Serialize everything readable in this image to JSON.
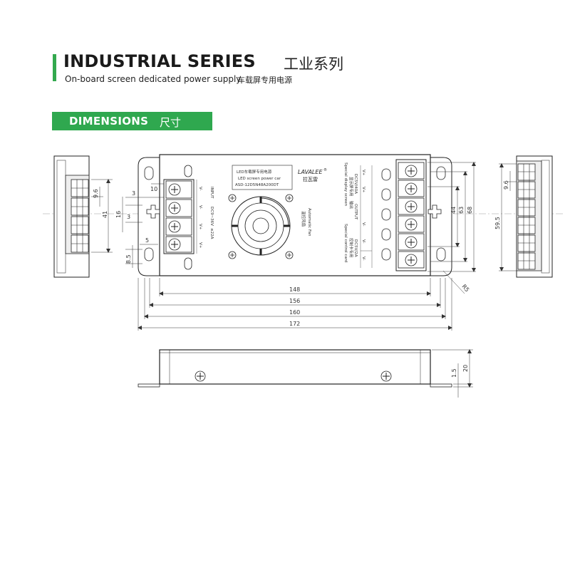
{
  "header": {
    "title": "INDUSTRIAL SERIES",
    "title_cn": "工业系列",
    "subtitle": "On-board screen dedicated power supply",
    "subtitle_cn": "车载屏专用电源"
  },
  "section": {
    "title": "DIMENSIONS",
    "title_cn": "尺寸"
  },
  "product_label": {
    "line1": "LED车载屏专用电源",
    "line2": "LED screen power car",
    "line3": "ASD-12D5N48A200DT",
    "brand": "LAVALEE",
    "brand_mark": "®",
    "brand_cn": "拉瓦雷"
  },
  "terminal_labels": {
    "input": "INPUT",
    "input_range": "DC9~36V",
    "input_current": "≤22A",
    "in_v_minus_1": "V-",
    "in_v_minus_2": "V-",
    "in_v_plus_1": "V+",
    "in_v_plus_2": "V+",
    "fan_cn": "温控风扇",
    "fan": "Automatic Fan",
    "display_label": "Special display screen",
    "display_label_cn": "显示屏专用",
    "display_spec": "DC5V/40A",
    "output_cn": "输出",
    "output": "OUTPUT",
    "control_label": "Special control card",
    "control_label_cn": "控制卡专用",
    "control_spec": "DC5V/2A",
    "out_v_plus": "V+",
    "out_v_minus": "V-"
  },
  "dimensions": {
    "top_pitch": "10",
    "left_3a": "3",
    "left_3b": "3",
    "left_16": "16",
    "left_5": "5",
    "left_8_5": "8.5",
    "side_9_6": "9.6",
    "side_41": "41",
    "right_44": "44",
    "right_63": "63",
    "right_68": "68",
    "side2_9_6": "9.6",
    "side2_59_5": "59.5",
    "radius": "R5",
    "w148": "148",
    "w156": "156",
    "w160": "160",
    "w172": "172",
    "h1_5": "1.5",
    "h20": "20"
  }
}
